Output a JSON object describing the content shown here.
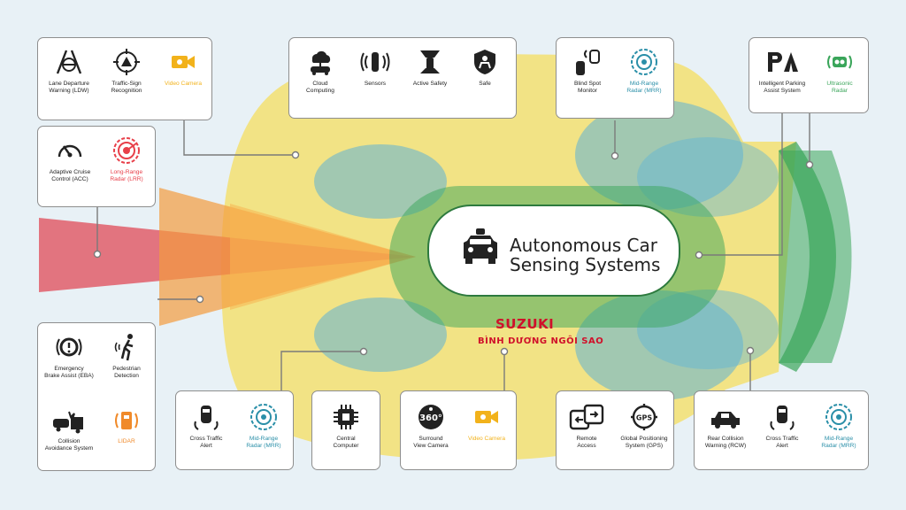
{
  "title": "Autonomous Car\nSensing Systems",
  "watermark": {
    "brand": "SUZUKI",
    "dealer": "BÌNH DƯƠNG NGÔI SAO"
  },
  "colors": {
    "yellow": "#f6dd5f",
    "blue": "#5fb3d6",
    "green": "#3aa55a",
    "red": "#e03b4a",
    "orange": "#f39b3e",
    "lineGray": "#7a7a7a"
  },
  "boxes": {
    "top_left": {
      "items": [
        {
          "label": "Lane Departure\nWarning (LDW)",
          "icon": "lane-departure-icon"
        },
        {
          "label": "Traffic-Sign\nRecognition",
          "icon": "traffic-sign-icon"
        },
        {
          "label": "Video Camera",
          "icon": "video-camera-icon"
        }
      ]
    },
    "acc": {
      "items": [
        {
          "label": "Adaptive Cruise\nControl (ACC)",
          "icon": "speedometer-icon"
        },
        {
          "label": "Long-Range\nRadar (LRR)",
          "icon": "long-range-radar-icon"
        }
      ]
    },
    "top_center": {
      "items": [
        {
          "label": "Cloud\nComputing",
          "icon": "cloud-car-icon"
        },
        {
          "label": "Sensors",
          "icon": "sensors-icon"
        },
        {
          "label": "Active Safety",
          "icon": "active-safety-icon"
        },
        {
          "label": "Safe",
          "icon": "safe-shield-icon"
        }
      ]
    },
    "blind_spot": {
      "items": [
        {
          "label": "Blind Spot\nMonitor",
          "icon": "blind-spot-icon"
        },
        {
          "label": "Mid-Range\nRadar (MRR)",
          "icon": "mid-range-radar-icon"
        }
      ]
    },
    "parking": {
      "items": [
        {
          "label": "Intelligent Parking\nAssist System",
          "icon": "parking-icon"
        },
        {
          "label": "Ultrasonic\nRadar",
          "icon": "ultrasonic-radar-icon"
        }
      ]
    },
    "bottom_left": {
      "items": [
        {
          "label": "Emergency\nBrake Assist (EBA)",
          "icon": "brake-assist-icon"
        },
        {
          "label": "Pedestrian\nDetection",
          "icon": "pedestrian-icon"
        },
        {
          "label": "Collision\nAvoidance System",
          "icon": "collision-icon"
        },
        {
          "label": "LIDAR",
          "icon": "lidar-icon"
        }
      ]
    },
    "cross_traffic": {
      "items": [
        {
          "label": "Cross Traffic\nAlert",
          "icon": "cross-traffic-icon"
        },
        {
          "label": "Mid-Range\nRadar (MRR)",
          "icon": "mid-range-radar-icon"
        }
      ]
    },
    "central": {
      "items": [
        {
          "label": "Central\nComputer",
          "icon": "chip-icon"
        }
      ]
    },
    "surround": {
      "items": [
        {
          "label": "Surround\nView Camera",
          "icon": "camera-360-icon"
        },
        {
          "label": "Video Camera",
          "icon": "video-camera-icon"
        }
      ]
    },
    "remote": {
      "items": [
        {
          "label": "Remote\nAccess",
          "icon": "remote-access-icon"
        },
        {
          "label": "Global Positioning\nSystem (GPS)",
          "icon": "gps-icon"
        }
      ]
    },
    "rear": {
      "items": [
        {
          "label": "Rear Collision\nWarning (RCW)",
          "icon": "rear-collision-icon"
        },
        {
          "label": "Cross Traffic\nAlert",
          "icon": "cross-traffic-icon"
        },
        {
          "label": "Mid-Range\nRadar (MRR)",
          "icon": "mid-range-radar-icon"
        }
      ]
    }
  }
}
